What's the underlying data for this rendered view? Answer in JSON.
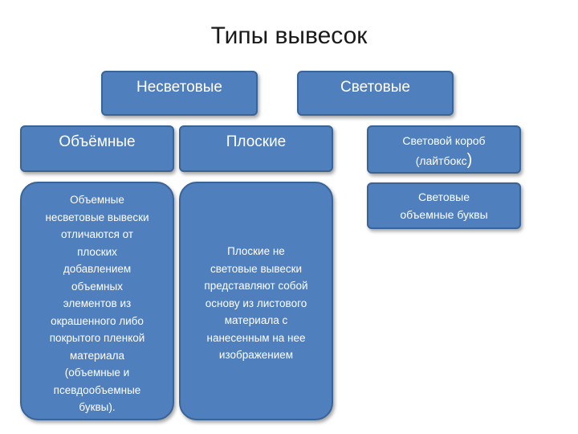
{
  "title": "Типы вывесок",
  "categories": {
    "non_lit": "Несветовые",
    "lit": "Световые"
  },
  "subcategories": {
    "volumetric": "Объёмные",
    "flat": "Плоские",
    "lightbox_line1": "Световой короб",
    "lightbox_line2": "(лайтбокс",
    "lightbox_paren": ")",
    "lit_letters_line1": "Световые",
    "lit_letters_line2": "объемные буквы"
  },
  "descriptions": {
    "volumetric": [
      "Объемные",
      "несветовые вывески",
      "отличаются от",
      "плоских",
      "добавлением",
      "объемных",
      "элементов из",
      "окрашенного либо",
      "покрытого пленкой",
      "материала",
      "(объемные и",
      "псевдообъемные",
      "буквы)."
    ],
    "flat": [
      "Плоские не",
      "световые вывески",
      "представляют собой",
      "основу из листового",
      "материала с",
      "нанесенным на нее",
      "изображением"
    ]
  },
  "colors": {
    "box_fill": "#4f7fbd",
    "box_border": "#3a6396",
    "text": "#ffffff"
  }
}
